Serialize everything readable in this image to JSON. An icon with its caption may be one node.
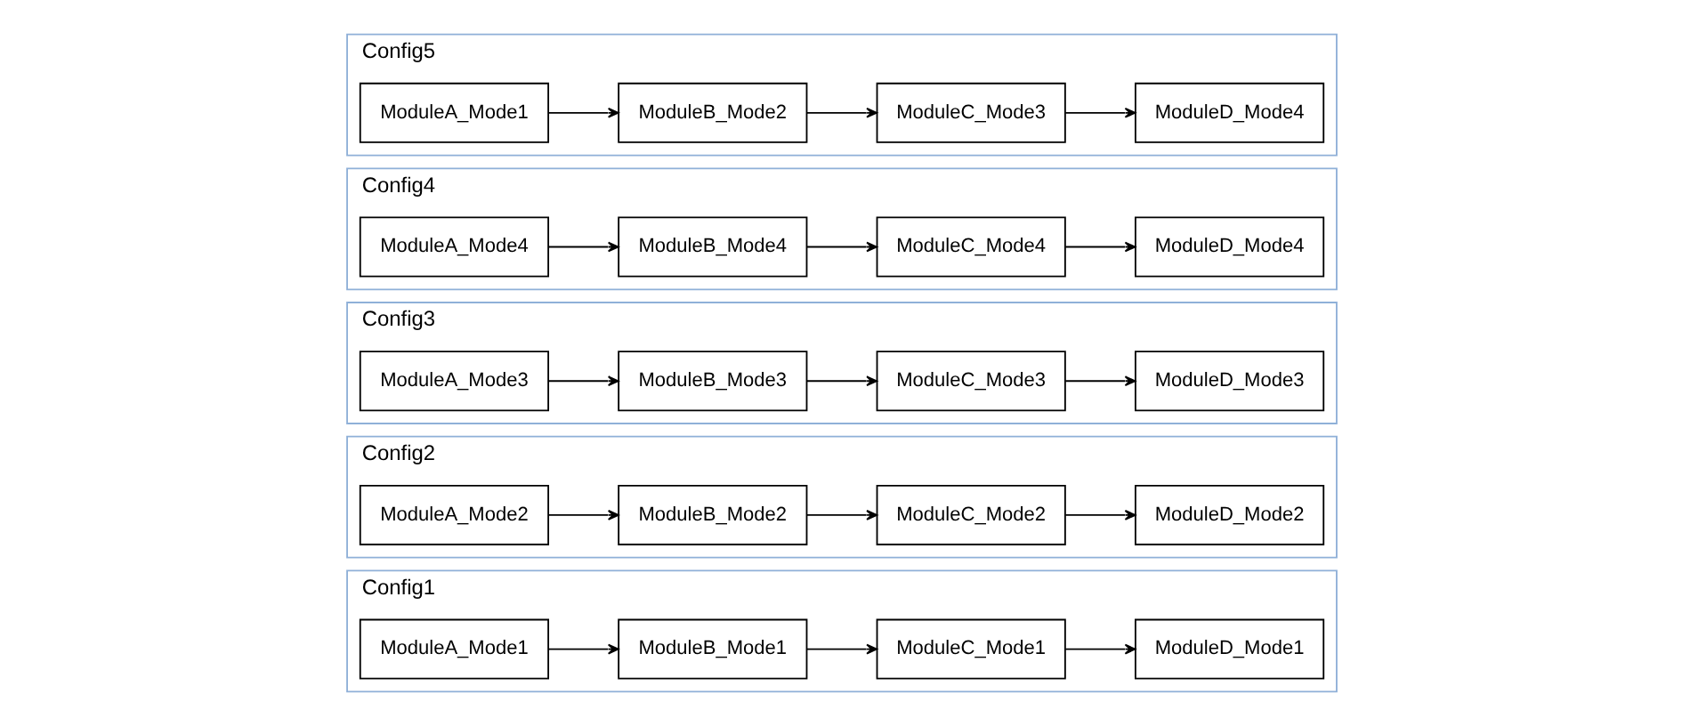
{
  "diagram": {
    "nodes": [
      {
        "text": [
          "Config1"
        ]
      },
      {
        "text": [
          "ModuleA_Mode1"
        ],
        "in": 0
      },
      {
        "text": [
          "ModuleB_Mode1"
        ],
        "in": 0
      },
      {
        "text": [
          "ModuleC_Mode1"
        ],
        "in": 0
      },
      {
        "text": [
          "ModuleD_Mode1"
        ],
        "in": 0
      },
      {
        "text": [
          "Config2"
        ]
      },
      {
        "text": [
          "ModuleA_Mode2"
        ],
        "in": 5
      },
      {
        "text": [
          "ModuleB_Mode2"
        ],
        "in": 5
      },
      {
        "text": [
          "ModuleC_Mode2"
        ],
        "in": 5
      },
      {
        "text": [
          "ModuleD_Mode2"
        ],
        "in": 5
      },
      {
        "text": [
          "Config3"
        ]
      },
      {
        "text": [
          "ModuleA_Mode3"
        ],
        "in": 10
      },
      {
        "text": [
          "ModuleB_Mode3"
        ],
        "in": 10
      },
      {
        "text": [
          "ModuleC_Mode3"
        ],
        "in": 10
      },
      {
        "text": [
          "ModuleD_Mode3"
        ],
        "in": 10
      },
      {
        "text": [
          "Config4"
        ]
      },
      {
        "text": [
          "ModuleA_Mode4"
        ],
        "in": 15
      },
      {
        "text": [
          "ModuleB_Mode4"
        ],
        "in": 15
      },
      {
        "text": [
          "ModuleC_Mode4"
        ],
        "in": 15
      },
      {
        "text": [
          "ModuleD_Mode4"
        ],
        "in": 15
      },
      {
        "text": [
          "Config5"
        ]
      },
      {
        "text": [
          "ModuleA_Mode1"
        ],
        "in": 20
      },
      {
        "text": [
          "ModuleB_Mode2"
        ],
        "in": 20
      },
      {
        "text": [
          "ModuleC_Mode3"
        ],
        "in": 20
      },
      {
        "text": [
          "ModuleD_Mode4"
        ],
        "in": 20
      }
    ],
    "edges": [
      {
        "from": 1,
        "to": 2,
        "arrow": "to"
      },
      {
        "from": 2,
        "to": 3,
        "arrow": "to"
      },
      {
        "from": 3,
        "to": 4,
        "arrow": "to"
      },
      {
        "from": 6,
        "to": 7,
        "arrow": "to"
      },
      {
        "from": 7,
        "to": 8,
        "arrow": "to"
      },
      {
        "from": 8,
        "to": 9,
        "arrow": "to"
      },
      {
        "from": 11,
        "to": 12,
        "arrow": "to"
      },
      {
        "from": 12,
        "to": 13,
        "arrow": "to"
      },
      {
        "from": 13,
        "to": 14,
        "arrow": "to"
      },
      {
        "from": 16,
        "to": 17,
        "arrow": "to"
      },
      {
        "from": 17,
        "to": 18,
        "arrow": "to"
      },
      {
        "from": 18,
        "to": 19,
        "arrow": "to"
      },
      {
        "from": 21,
        "to": 22,
        "arrow": "to"
      },
      {
        "from": 22,
        "to": 23,
        "arrow": "to"
      },
      {
        "from": 23,
        "to": 24,
        "arrow": "to"
      }
    ]
  }
}
